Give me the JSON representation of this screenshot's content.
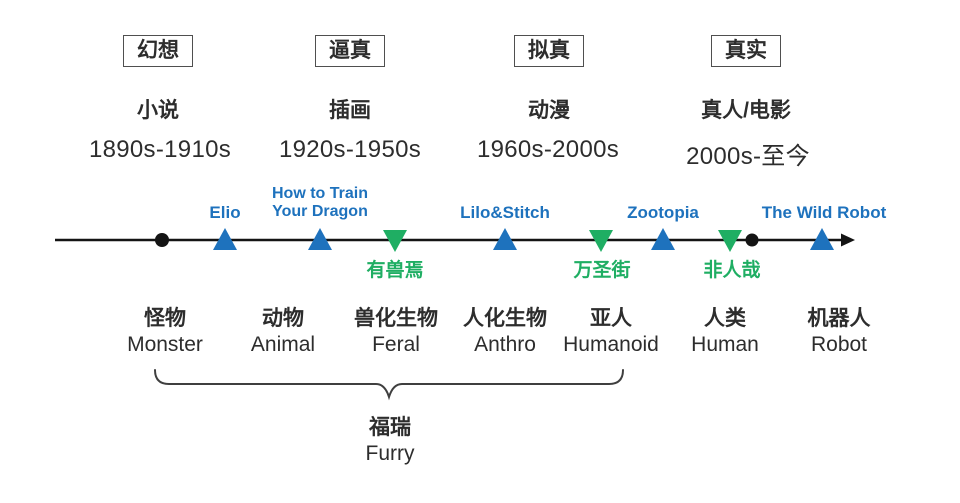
{
  "palette": {
    "blue": "#1e72bd",
    "green": "#1fae63",
    "ink": "#2d2d2d",
    "line": "#141414",
    "brace": "#3f3f3f"
  },
  "columns": [
    {
      "box_label": "幻想",
      "medium": "小说",
      "era": "1890s-1910s"
    },
    {
      "box_label": "逼真",
      "medium": "插画",
      "era": "1920s-1950s"
    },
    {
      "box_label": "拟真",
      "medium": "动漫",
      "era": "1960s-2000s"
    },
    {
      "box_label": "真实",
      "medium": "真人/电影",
      "era": "2000s-至今"
    }
  ],
  "timeline": {
    "films_above": [
      {
        "title": "Elio",
        "marker": "blue-up-triangle"
      },
      {
        "title": "How to Train Your Dragon",
        "marker": "blue-up-triangle"
      },
      {
        "title": "Lilo&Stitch",
        "marker": "blue-up-triangle"
      },
      {
        "title": "Zootopia",
        "marker": "blue-up-triangle"
      },
      {
        "title": "The Wild Robot",
        "marker": "blue-up-triangle"
      }
    ],
    "works_below": [
      {
        "title": "有兽焉",
        "marker": "green-down-triangle"
      },
      {
        "title": "万圣街",
        "marker": "green-down-triangle"
      },
      {
        "title": "非人哉",
        "marker": "green-down-triangle"
      }
    ],
    "dots": 2,
    "direction": "left-to-right-arrow"
  },
  "categories": [
    {
      "zh": "怪物",
      "en": "Monster"
    },
    {
      "zh": "动物",
      "en": "Animal"
    },
    {
      "zh": "兽化生物",
      "en": "Feral"
    },
    {
      "zh": "人化生物",
      "en": "Anthro"
    },
    {
      "zh": "亚人",
      "en": "Humanoid"
    },
    {
      "zh": "人类",
      "en": "Human"
    },
    {
      "zh": "机器人",
      "en": "Robot"
    }
  ],
  "brace_label": {
    "zh": "福瑞",
    "en": "Furry"
  }
}
